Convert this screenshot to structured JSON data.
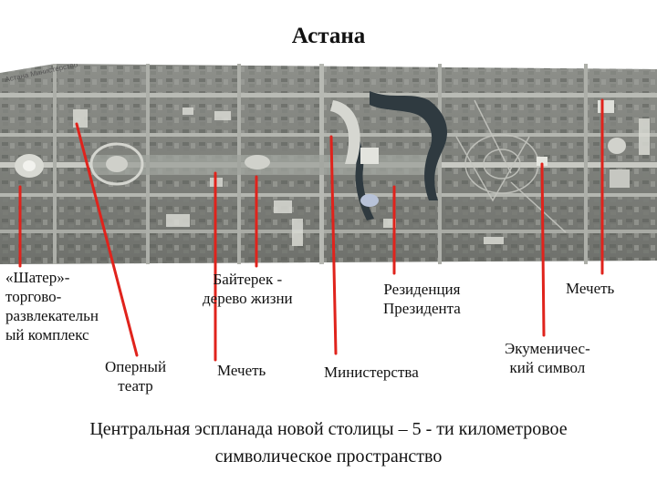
{
  "title": "Астана",
  "map": {
    "corner_text": "Астана Министерство",
    "colors": {
      "pointer": "#e0231c"
    }
  },
  "labels": {
    "shatyr": "«Шатер»-\nторгово-\nразвлекательн\nый комплекс",
    "opera": "Оперный\nтеатр",
    "baiterek": "Байтерек -\nдерево жизни",
    "mosque_center": "Мечеть",
    "ministries": "Министерства",
    "residence": "Резиденция\nПрезидента",
    "mosque_right": "Мечеть",
    "ecumenical": "Экуменичес-\nкий символ"
  },
  "caption": "Центральная эспланада новой столицы – 5 - ти километровое\nсимволическое пространство"
}
